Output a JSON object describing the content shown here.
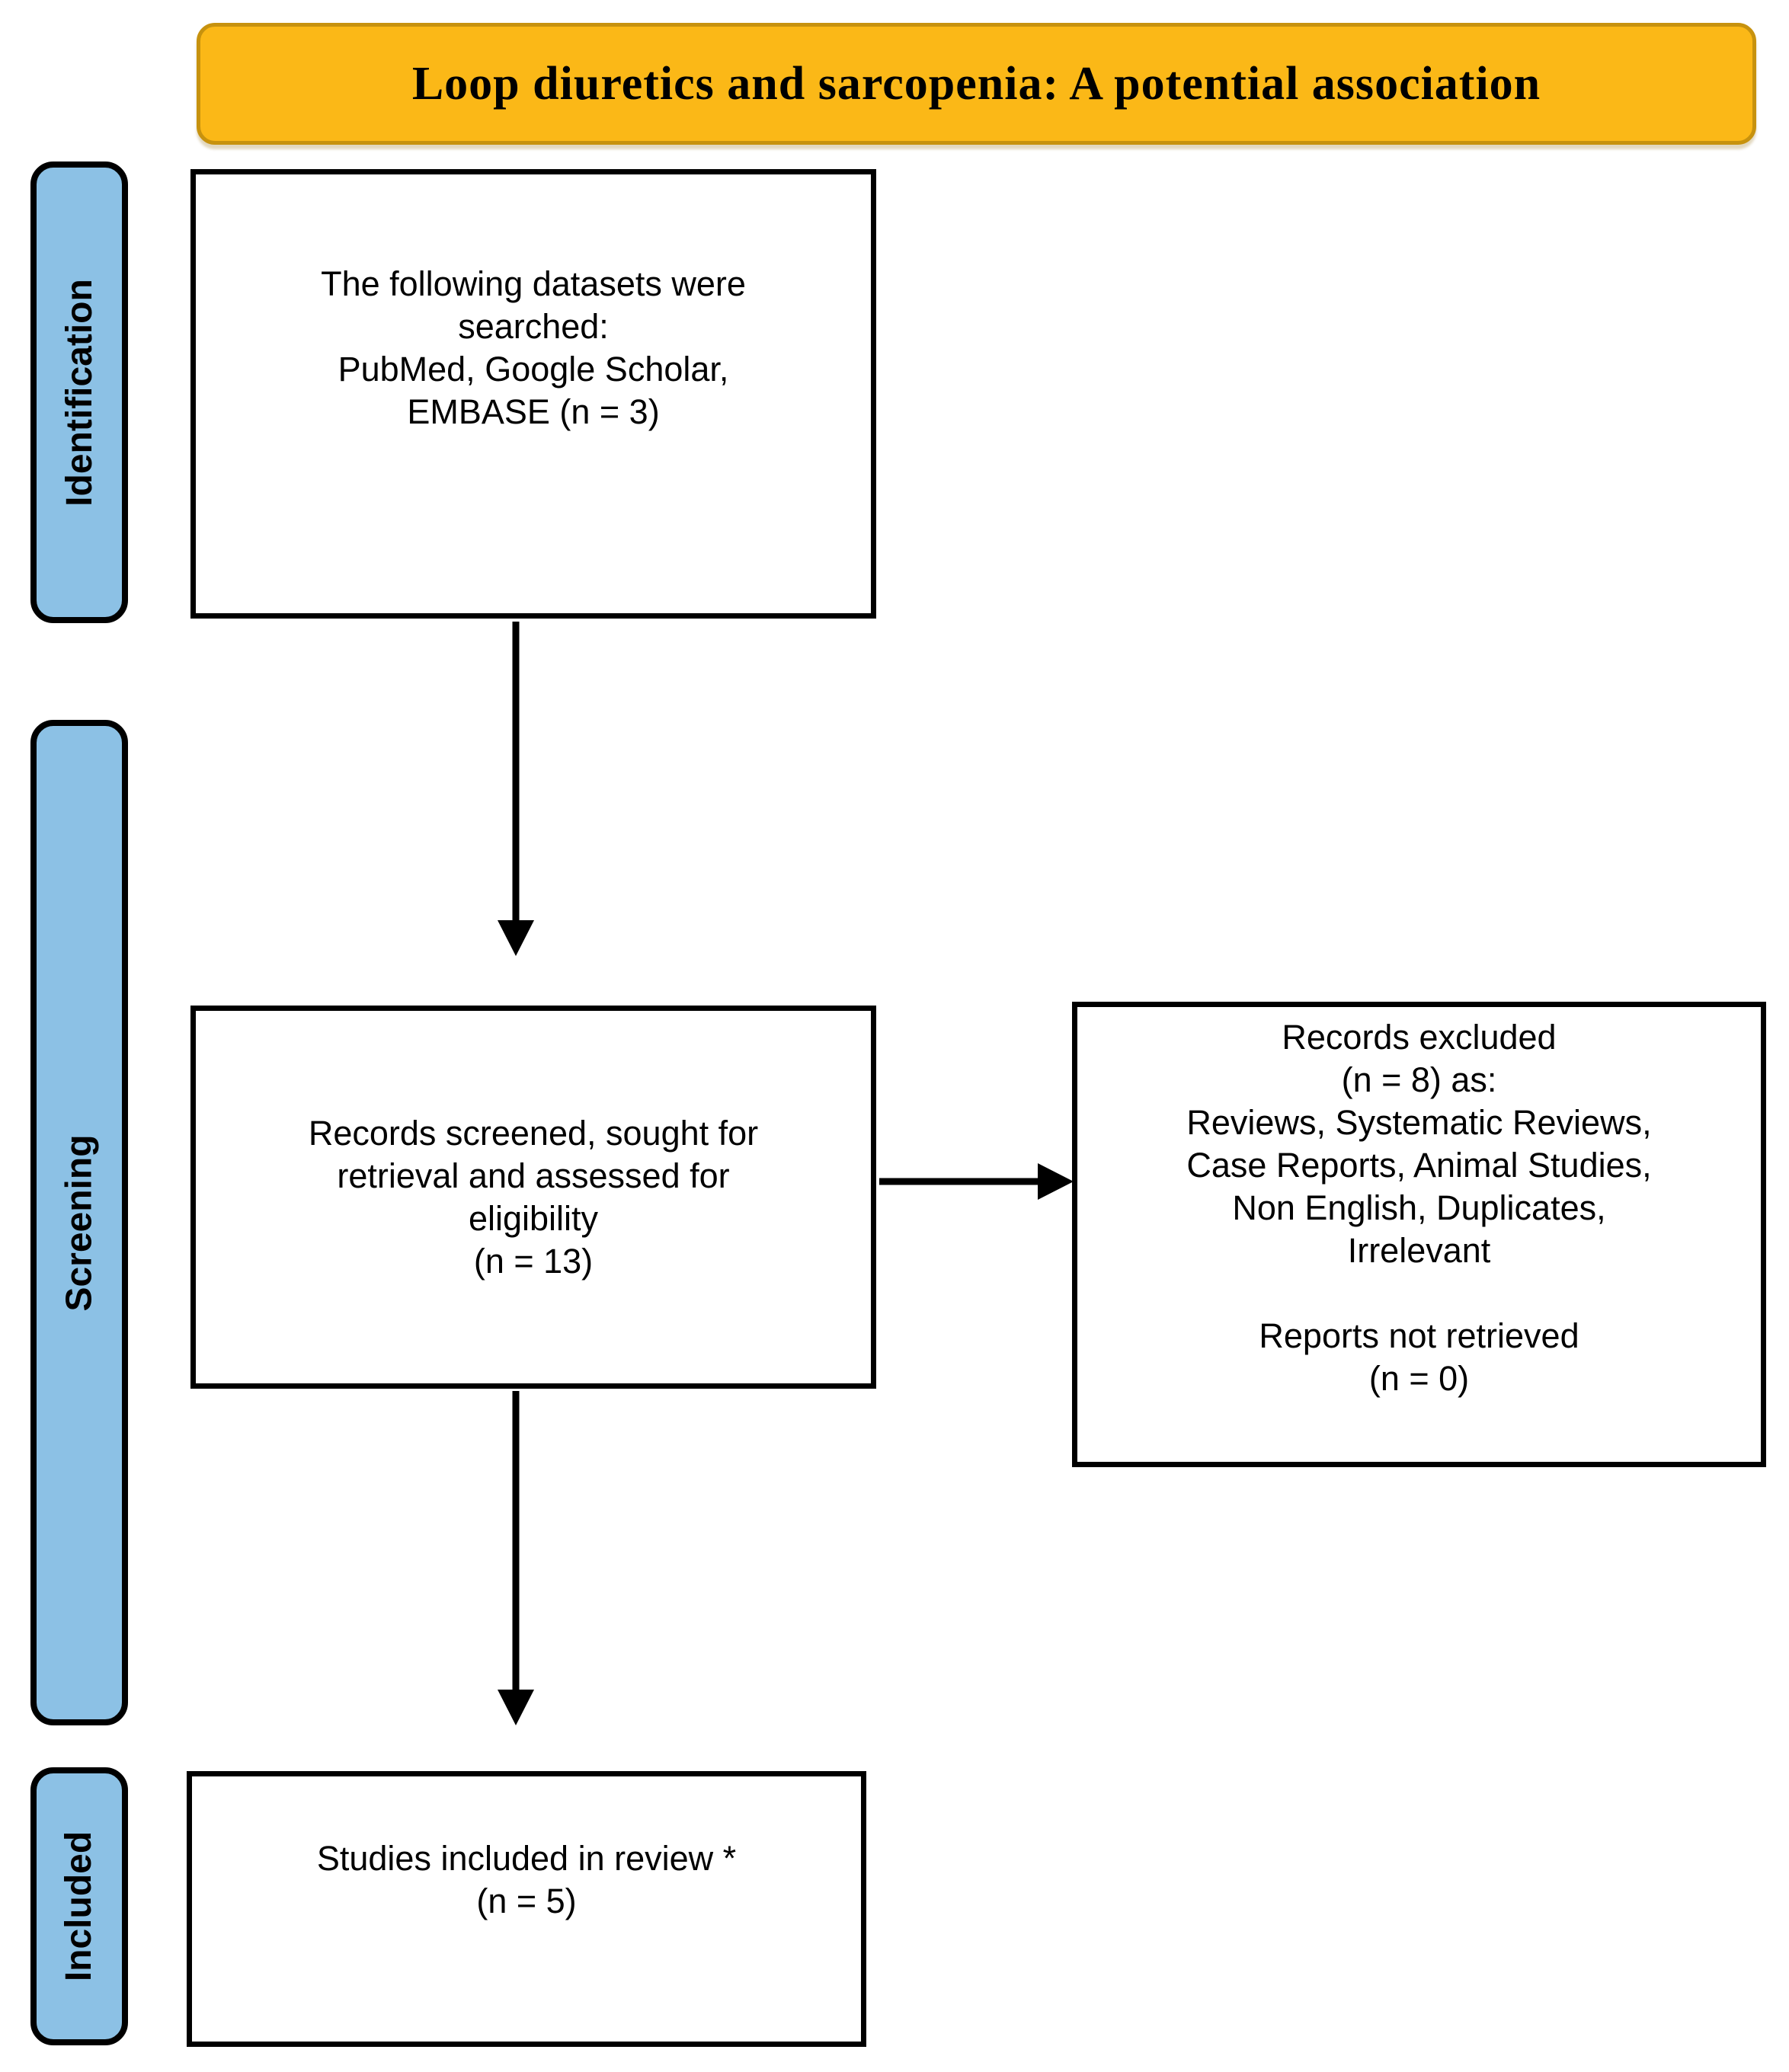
{
  "title": "Loop diuretics and sarcopenia: A potential association",
  "colors": {
    "banner_fill": "#FBB817",
    "banner_border": "#C7920E",
    "stage_fill": "#8CC1E5",
    "ink": "#000000"
  },
  "stages": {
    "identification": "Identification",
    "screening": "Screening",
    "included": "Included"
  },
  "boxes": {
    "datasets": {
      "lines": [
        "The following datasets were",
        "searched:",
        "PubMed, Google Scholar,",
        "EMBASE (n = 3)"
      ]
    },
    "screened": {
      "lines": [
        "Records screened, sought for",
        "retrieval and assessed for",
        "eligibility",
        "(n = 13)"
      ]
    },
    "excluded": {
      "lines": [
        "Records excluded",
        "(n = 8) as:",
        "Reviews, Systematic Reviews,",
        "Case Reports, Animal Studies,",
        "Non English, Duplicates,",
        "Irrelevant",
        "",
        "Reports not retrieved",
        "(n = 0)"
      ]
    },
    "included": {
      "lines": [
        "Studies included in review *",
        "(n = 5)"
      ]
    }
  }
}
